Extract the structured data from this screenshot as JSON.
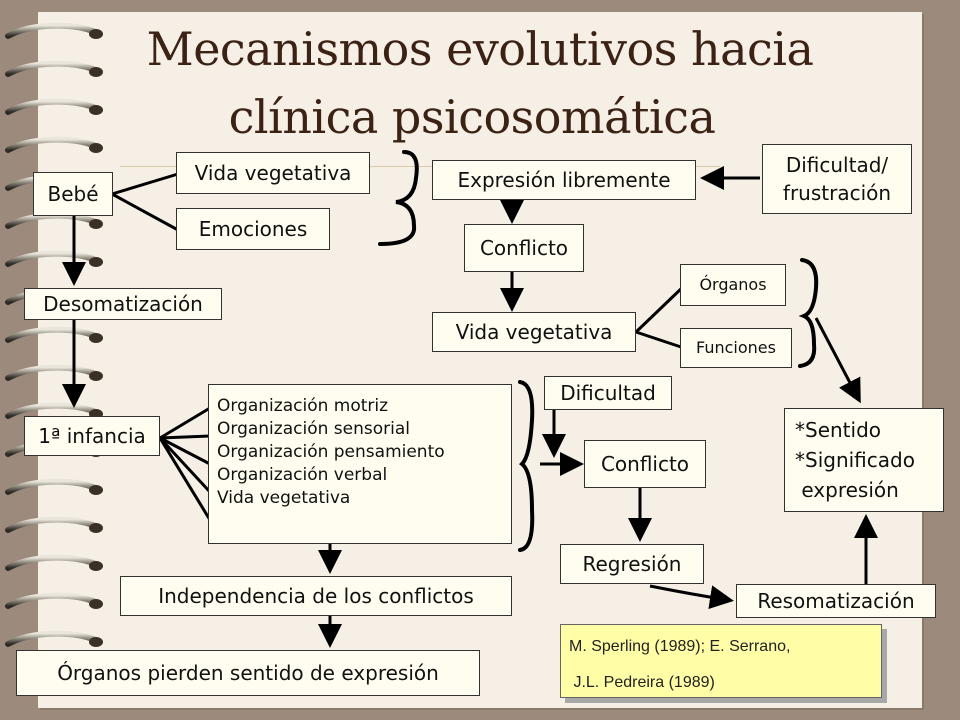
{
  "title": {
    "line1": "Mecanismos evolutivos hacia",
    "line2": "clínica psicosomática"
  },
  "nodes": {
    "bebe": "Bebé",
    "vida_vegetativa_1": "Vida vegetativa",
    "emociones": "Emociones",
    "expresion_libremente": "Expresión libremente",
    "dificultad_frustracion_1": "Dificultad/",
    "dificultad_frustracion_2": "frustración",
    "conflicto_1": "Conflicto",
    "desomatizacion": "Desomatización",
    "vida_vegetativa_2": "Vida vegetativa",
    "organos": "Órganos",
    "funciones": "Funciones",
    "infancia": "1ª infancia",
    "organizacion": [
      "Organización motriz",
      "Organización sensorial",
      "Organización pensamiento",
      "Organización verbal",
      "Vida vegetativa"
    ],
    "dificultad": "Dificultad",
    "conflicto_2": "Conflicto",
    "sentido_1": "*Sentido",
    "sentido_2": "*Significado",
    "sentido_3": " expresión",
    "regresion": "Regresión",
    "independencia": "Independencia de los conflictos",
    "resomatizacion": "Resomatización",
    "organos_pierden": "Órganos pierden sentido de expresión"
  },
  "reference": {
    "line1": "M. Sperling (1989); E. Serrano,",
    "line2": " J.L. Pedreira (1989)"
  },
  "colors": {
    "background": "#9c8a7c",
    "sheet": "#f6efe5",
    "title": "#3b2214",
    "box_fill": "#fffcf0",
    "reference_fill": "#fffda6"
  }
}
